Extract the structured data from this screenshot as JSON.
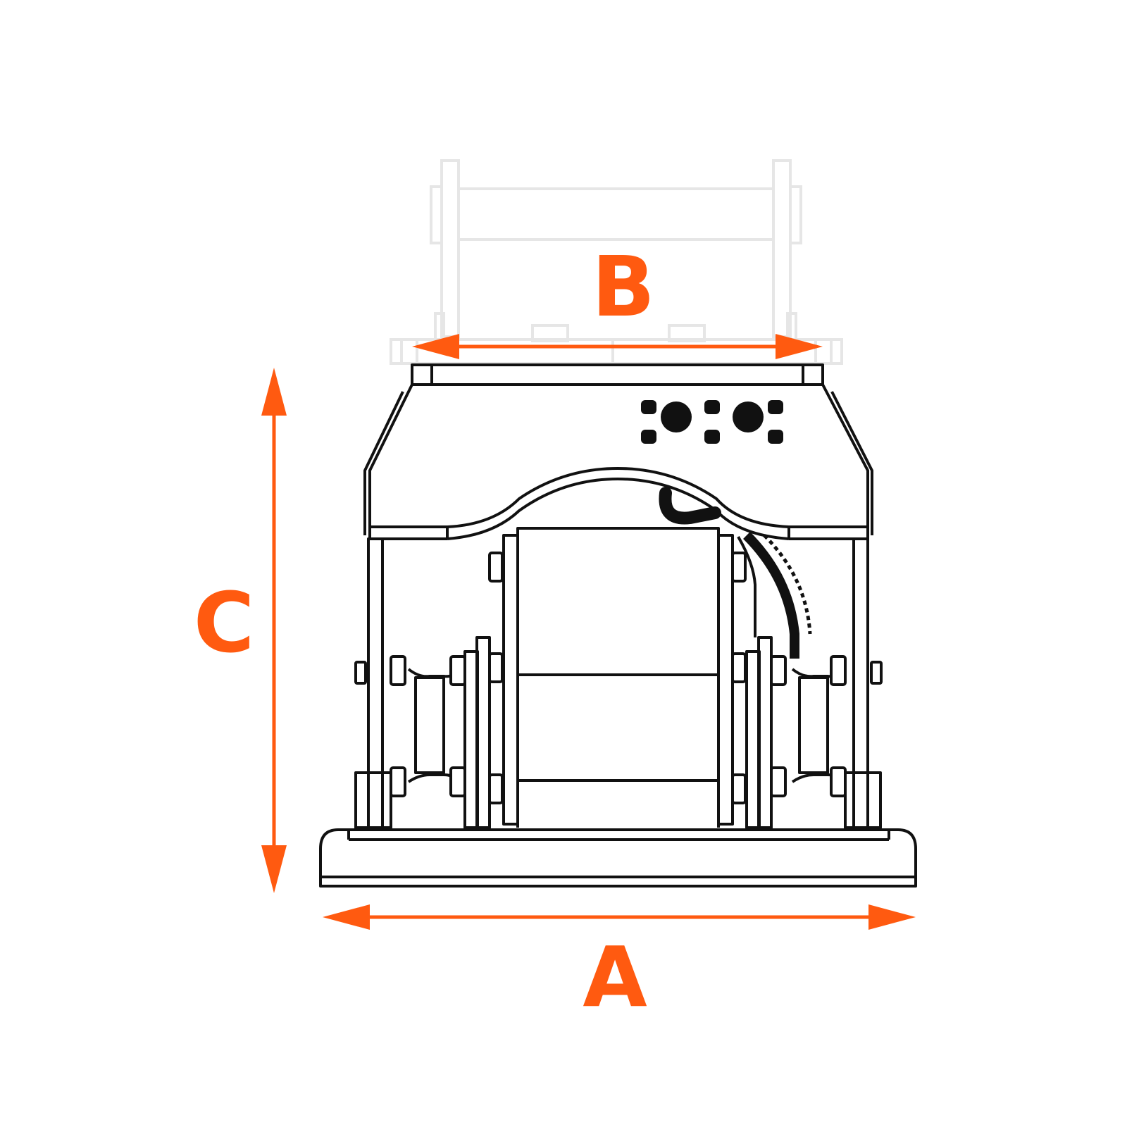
{
  "colors": {
    "accent": "#ff5a10",
    "line": "#111111",
    "ghost": "#e6e6e6",
    "background": "#ffffff"
  },
  "dimensions": {
    "a_label": "A",
    "b_label": "B",
    "c_label": "C"
  }
}
